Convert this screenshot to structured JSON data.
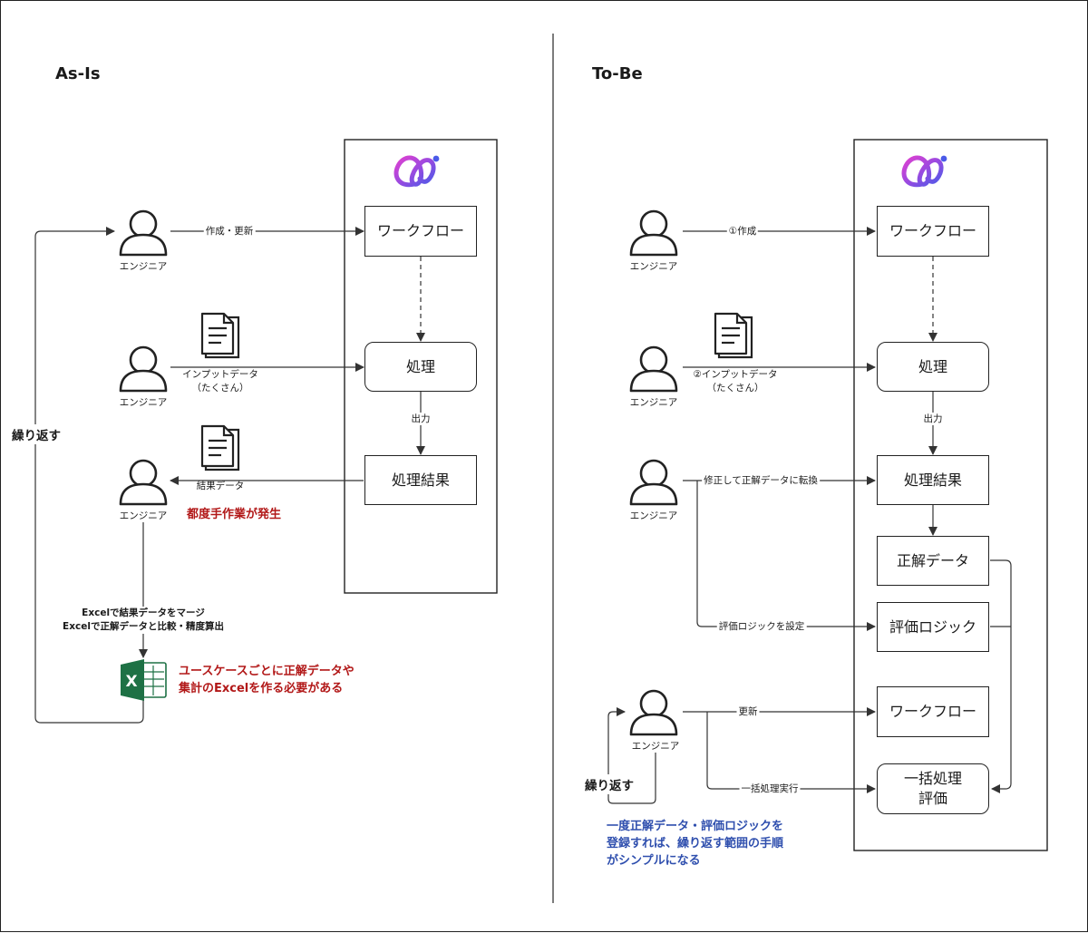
{
  "as_is": {
    "title": "As-Is",
    "workflow_label": "ワークフロー",
    "process_label": "処理",
    "result_label": "処理結果",
    "engineer_label": "エンジニア",
    "create_update_label": "作成・更新",
    "input_data_line1": "インプットデータ",
    "input_data_line2": "（たくさん）",
    "output_label": "出力",
    "result_data_label": "結果データ",
    "manual_work_note": "都度手作業が発生",
    "excel_note_line1": "Excelで結果データをマージ",
    "excel_note_line2": "Excelで正解データと比較・精度算出",
    "excel_red_line1": "ユースケースごとに正解データや",
    "excel_red_line2": "集計のExcelを作る必要がある",
    "repeat_label": "繰り返す"
  },
  "to_be": {
    "title": "To-Be",
    "workflow_label": "ワークフロー",
    "process_label": "処理",
    "result_label": "処理結果",
    "answer_data_label": "正解データ",
    "eval_logic_label": "評価ロジック",
    "workflow2_label": "ワークフロー",
    "batch_eval_label": "一括処理\n評価",
    "engineer_label": "エンジニア",
    "create_label": "①作成",
    "input_data_line1": "②インプットデータ",
    "input_data_line2": "（たくさん）",
    "output_label": "出力",
    "convert_label": "修正して正解データに転換",
    "set_logic_label": "評価ロジックを設定",
    "update_label": "更新",
    "batch_run_label": "一括処理実行",
    "repeat_label": "繰り返す",
    "summary_line1": "一度正解データ・評価ロジックを",
    "summary_line2": "登録すれば、繰り返す範囲の手順",
    "summary_line3": "がシンプルになる"
  },
  "colors": {
    "line": "#333333",
    "red_text": "#b21818",
    "blue_text": "#2f4fae",
    "excel_green": "#1e7145",
    "logo_gradient_start": "#e040d0",
    "logo_gradient_end": "#4a5ae8"
  },
  "icons": [
    "person-icon",
    "document-icon",
    "excel-icon",
    "ai-logo-icon"
  ]
}
